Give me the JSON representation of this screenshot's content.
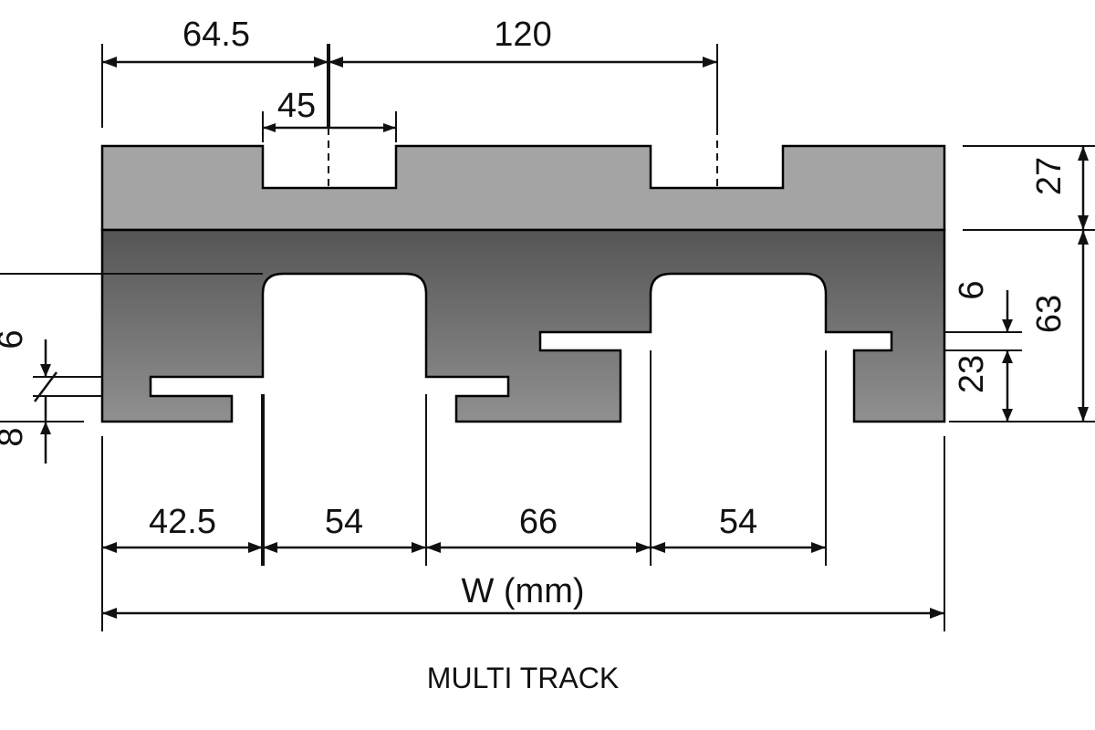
{
  "colors": {
    "cover_gray": "#a4a4a4",
    "body_gray_top": "#575757",
    "body_gray_bottom": "#8e8e8e",
    "line": "#111111"
  },
  "dimensions": {
    "top_left_offset": "64.5",
    "top_pitch": "120",
    "top_notch_width": "45",
    "cover_height": "27",
    "total_height": "63",
    "right_slot_height": "6",
    "right_lower_height": "23",
    "left_slot_height": "6",
    "left_lower_height": "8",
    "bottom_left": "42.5",
    "bottom_channel_1": "54",
    "bottom_middle": "66",
    "bottom_channel_2": "54",
    "overall_width": "W (mm)"
  },
  "caption": "MULTI TRACK"
}
